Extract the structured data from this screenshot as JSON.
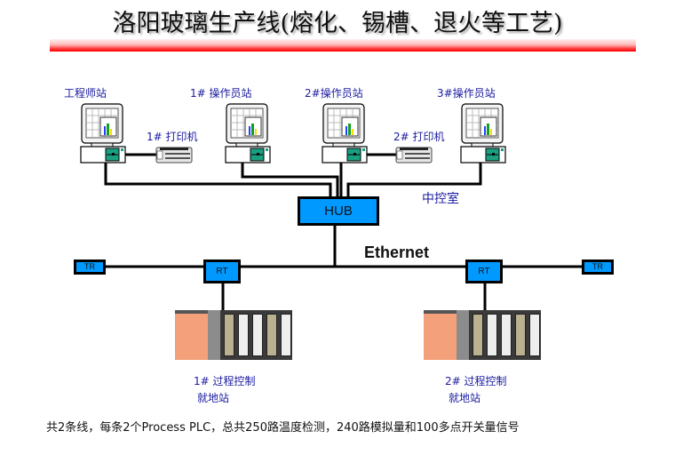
{
  "title": "洛阳玻璃生产线(熔化、锡槽、退火等工艺)",
  "stations": [
    {
      "label": "工程师站",
      "icon": "computer-icon"
    },
    {
      "label": "1# 操作员站",
      "icon": "computer-icon"
    },
    {
      "label": "2#操作员站",
      "icon": "computer-icon"
    },
    {
      "label": "3#操作员站",
      "icon": "computer-icon"
    }
  ],
  "printers": [
    {
      "label": "1# 打印机",
      "icon": "printer-icon"
    },
    {
      "label": "2# 打印机",
      "icon": "printer-icon"
    }
  ],
  "control_room_label": "中控室",
  "hub_label": "HUB",
  "network_label": "Ethernet",
  "repeaters": [
    {
      "label": "RT"
    },
    {
      "label": "RT"
    }
  ],
  "terminators": [
    {
      "label": "TR"
    },
    {
      "label": "TR"
    }
  ],
  "plc_stations": [
    {
      "line1": "1# 过程控制",
      "line2": "就地站",
      "icon": "plc-rack-icon"
    },
    {
      "line1": "2# 过程控制",
      "line2": "就地站",
      "icon": "plc-rack-icon"
    }
  ],
  "footer": "共2条线，每条2个Process PLC，总共250路温度检测，240路模拟量和100多点开关量信号",
  "colors": {
    "accent_blue": "#0099ff",
    "title_bar_red": "#ff0000",
    "label_blue": "#1a1aa0",
    "module_green": "#1aa080"
  }
}
